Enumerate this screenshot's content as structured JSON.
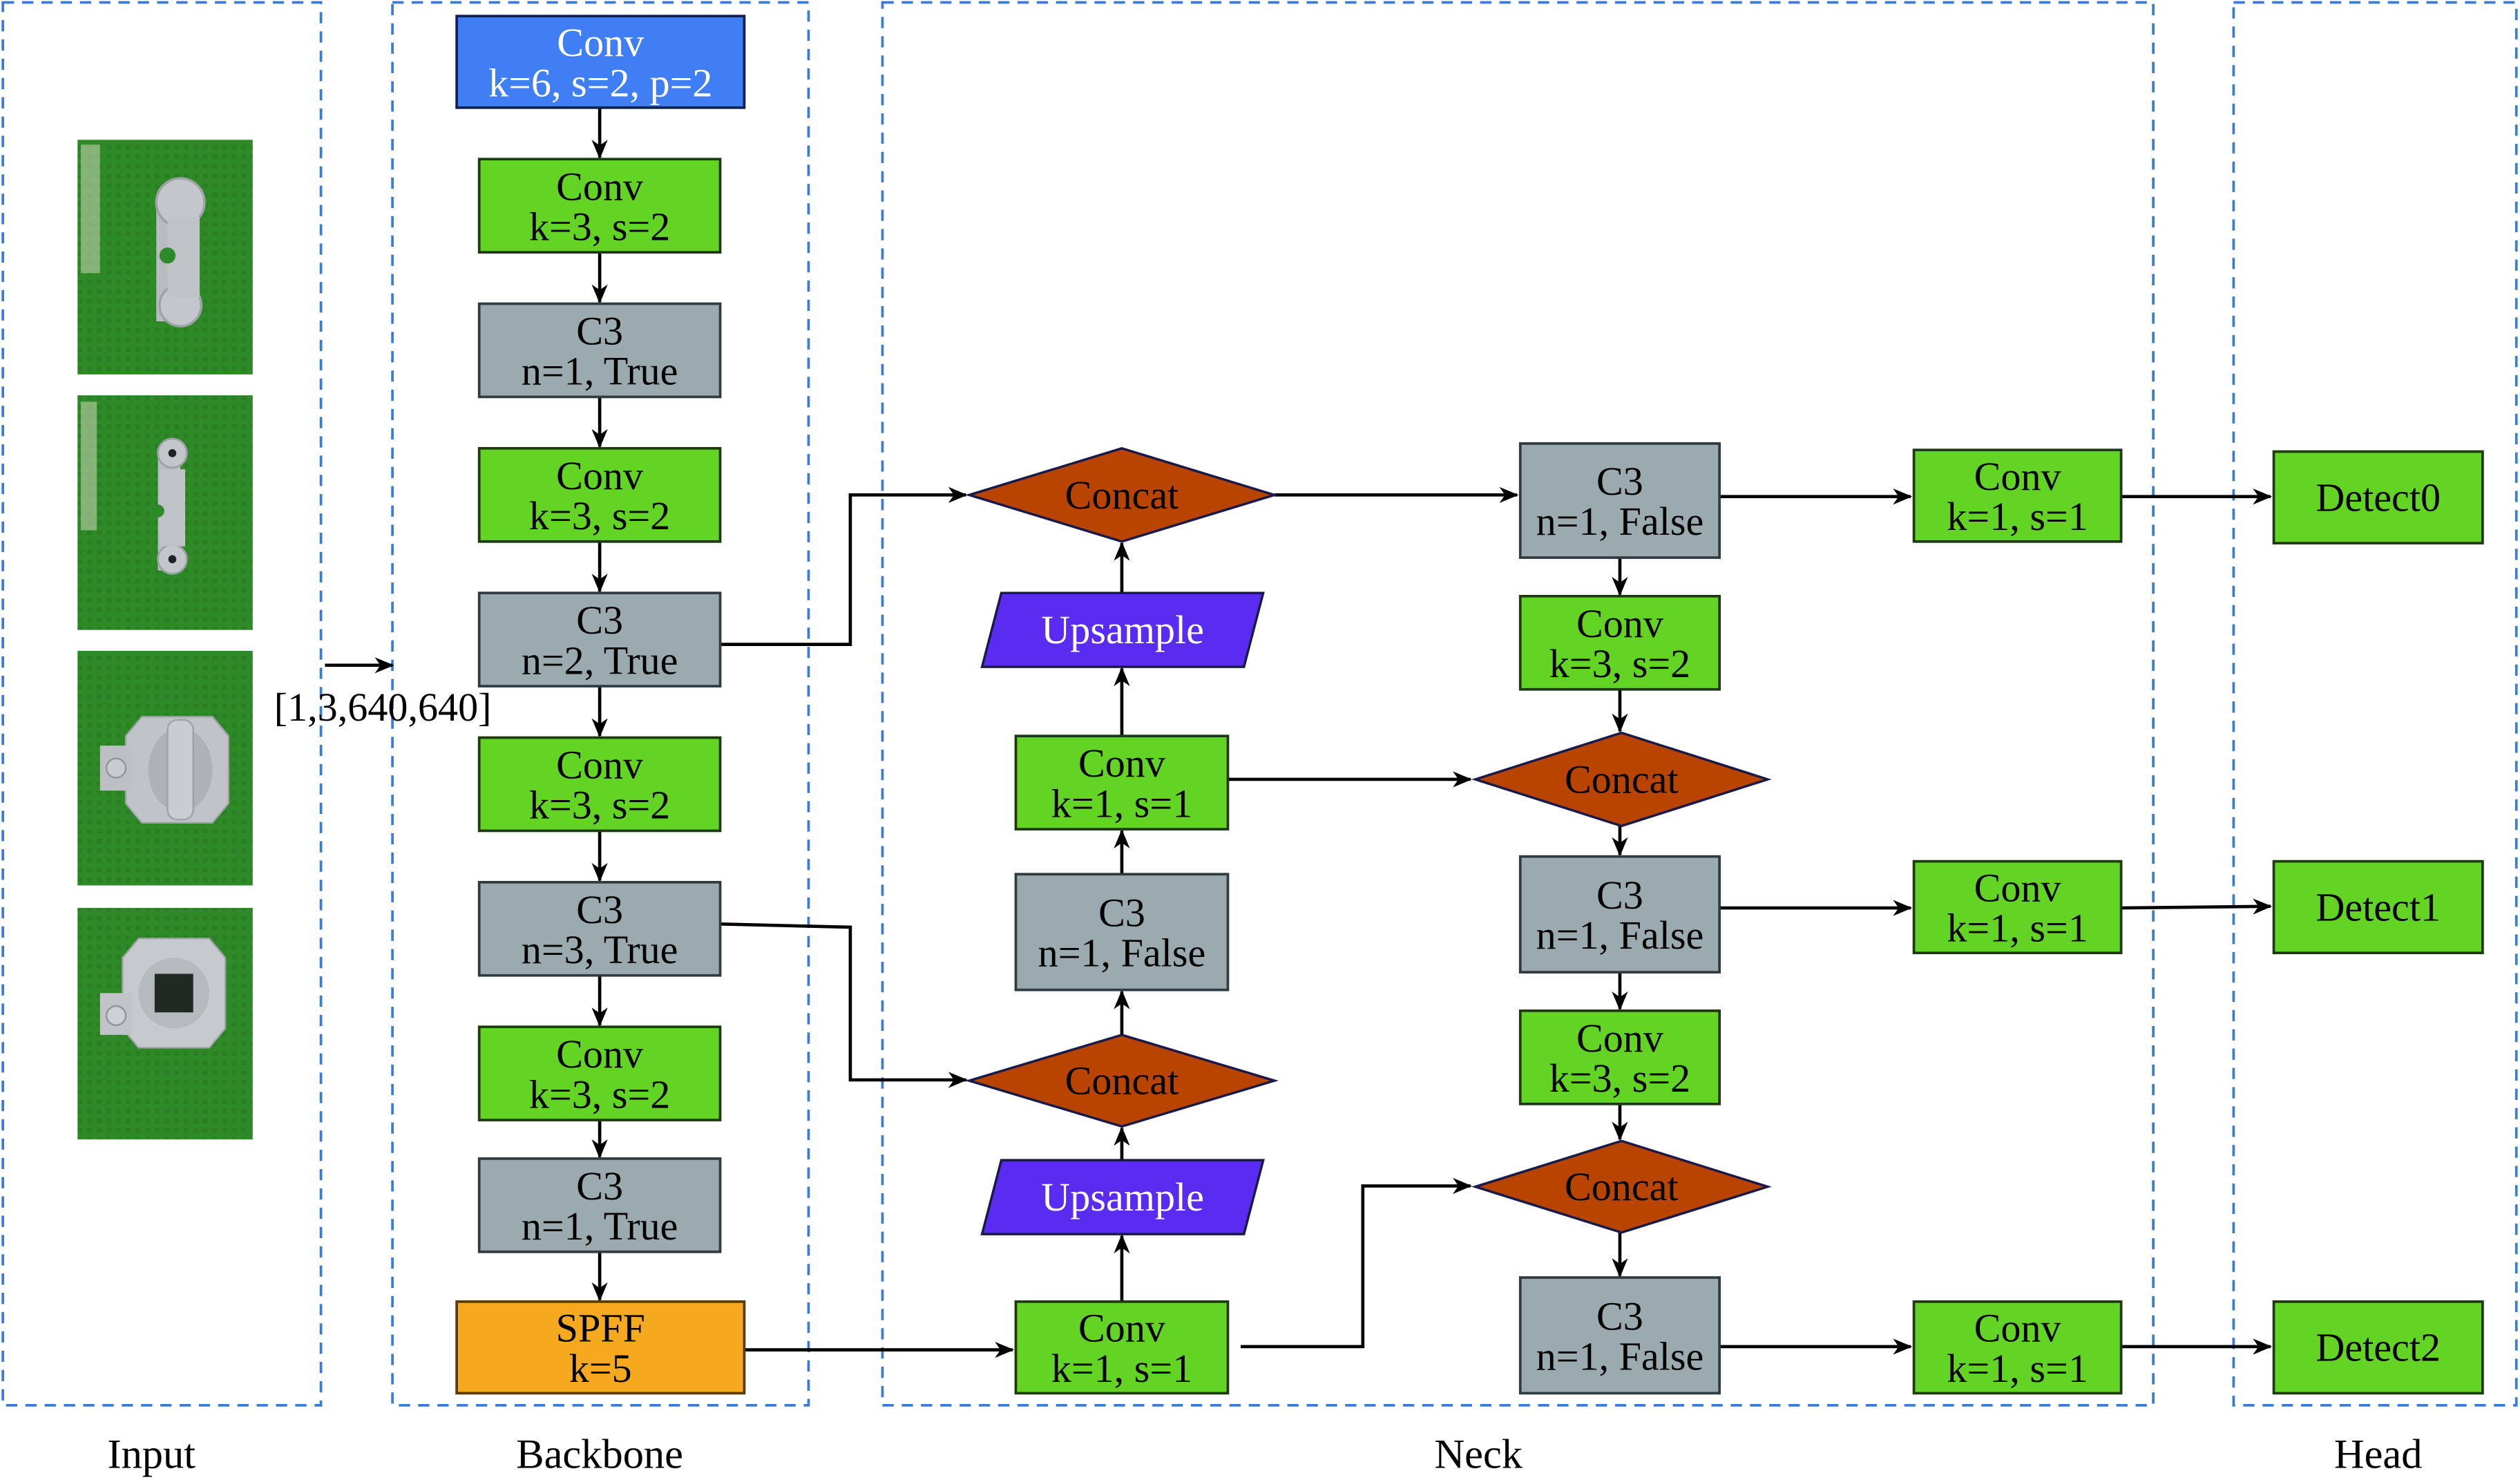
{
  "sections": [
    {
      "id": "input",
      "label": "Input"
    },
    {
      "id": "backbone",
      "label": "Backbone"
    },
    {
      "id": "neck",
      "label": "Neck"
    },
    {
      "id": "head",
      "label": "Head"
    }
  ],
  "input": {
    "shape_label": "[1,3,640,640]",
    "images": [
      {
        "name": "part-photo-1",
        "subject": "gray bracket part with two round bosses on green background"
      },
      {
        "name": "part-photo-2",
        "subject": "gray bracket part, rotated, on green background"
      },
      {
        "name": "part-photo-3",
        "subject": "gray octagonal part with ribbed center on green background"
      },
      {
        "name": "part-photo-4",
        "subject": "gray octagonal part with square hole on green background"
      }
    ]
  },
  "colors": {
    "conv_first": "#3f7ef5",
    "conv": "#63d424",
    "c3": "#9aaaae",
    "concat": "#b84400",
    "upsample": "#5a2cf2",
    "spff": "#f5a91f",
    "section_border": "#3a7bd5",
    "edge": "#000000"
  },
  "backbone": {
    "nodes": [
      {
        "id": "b0",
        "type": "conv_first",
        "title": "Conv",
        "params": "k=6, s=2, p=2"
      },
      {
        "id": "b1",
        "type": "conv",
        "title": "Conv",
        "params": "k=3, s=2"
      },
      {
        "id": "b2",
        "type": "c3",
        "title": "C3",
        "params": "n=1, True"
      },
      {
        "id": "b3",
        "type": "conv",
        "title": "Conv",
        "params": "k=3, s=2"
      },
      {
        "id": "b4",
        "type": "c3",
        "title": "C3",
        "params": "n=2, True"
      },
      {
        "id": "b5",
        "type": "conv",
        "title": "Conv",
        "params": "k=3, s=2"
      },
      {
        "id": "b6",
        "type": "c3",
        "title": "C3",
        "params": "n=3, True"
      },
      {
        "id": "b7",
        "type": "conv",
        "title": "Conv",
        "params": "k=3, s=2"
      },
      {
        "id": "b8",
        "type": "c3",
        "title": "C3",
        "params": "n=1, True"
      },
      {
        "id": "b9",
        "type": "spff",
        "title": "SPFF",
        "params": "k=5"
      }
    ]
  },
  "neck": {
    "nodes": [
      {
        "id": "n_cat1",
        "type": "concat",
        "title": "Concat"
      },
      {
        "id": "n_up1",
        "type": "upsample",
        "title": "Upsample"
      },
      {
        "id": "n_conv1",
        "type": "conv",
        "title": "Conv",
        "params": "k=1, s=1"
      },
      {
        "id": "n_c3a",
        "type": "c3",
        "title": "C3",
        "params": "n=1, False"
      },
      {
        "id": "n_cat2",
        "type": "concat",
        "title": "Concat"
      },
      {
        "id": "n_up2",
        "type": "upsample",
        "title": "Upsample"
      },
      {
        "id": "n_conv2",
        "type": "conv",
        "title": "Conv",
        "params": "k=1, s=1"
      },
      {
        "id": "n_c3b",
        "type": "c3",
        "title": "C3",
        "params": "n=1, False"
      },
      {
        "id": "n_conv3",
        "type": "conv",
        "title": "Conv",
        "params": "k=3, s=2"
      },
      {
        "id": "n_cat3",
        "type": "concat",
        "title": "Concat"
      },
      {
        "id": "n_c3c",
        "type": "c3",
        "title": "C3",
        "params": "n=1, False"
      },
      {
        "id": "n_conv4",
        "type": "conv",
        "title": "Conv",
        "params": "k=3, s=2"
      },
      {
        "id": "n_cat4",
        "type": "concat",
        "title": "Concat"
      },
      {
        "id": "n_c3d",
        "type": "c3",
        "title": "C3",
        "params": "n=1, False"
      }
    ]
  },
  "head": {
    "nodes": [
      {
        "id": "h_conv0",
        "type": "conv",
        "title": "Conv",
        "params": "k=1, s=1"
      },
      {
        "id": "h_conv1",
        "type": "conv",
        "title": "Conv",
        "params": "k=1, s=1"
      },
      {
        "id": "h_conv2",
        "type": "conv",
        "title": "Conv",
        "params": "k=1, s=1"
      },
      {
        "id": "h_det0",
        "type": "conv",
        "title": "Detect0"
      },
      {
        "id": "h_det1",
        "type": "conv",
        "title": "Detect1"
      },
      {
        "id": "h_det2",
        "type": "conv",
        "title": "Detect2"
      }
    ]
  },
  "edges": [
    [
      "input",
      "b0"
    ],
    [
      "b0",
      "b1"
    ],
    [
      "b1",
      "b2"
    ],
    [
      "b2",
      "b3"
    ],
    [
      "b3",
      "b4"
    ],
    [
      "b4",
      "b5"
    ],
    [
      "b5",
      "b6"
    ],
    [
      "b6",
      "b7"
    ],
    [
      "b7",
      "b8"
    ],
    [
      "b8",
      "b9"
    ],
    [
      "b9",
      "n_conv2"
    ],
    [
      "n_conv2",
      "n_up2"
    ],
    [
      "n_up2",
      "n_cat2"
    ],
    [
      "b6",
      "n_cat2"
    ],
    [
      "n_cat2",
      "n_c3a"
    ],
    [
      "n_c3a",
      "n_conv1"
    ],
    [
      "n_conv1",
      "n_up1"
    ],
    [
      "n_up1",
      "n_cat1"
    ],
    [
      "b4",
      "n_cat1"
    ],
    [
      "n_cat1",
      "n_c3b"
    ],
    [
      "n_c3b",
      "n_conv3"
    ],
    [
      "n_conv3",
      "n_cat3"
    ],
    [
      "n_conv1",
      "n_cat3"
    ],
    [
      "n_cat3",
      "n_c3c"
    ],
    [
      "n_c3c",
      "n_conv4"
    ],
    [
      "n_conv4",
      "n_cat4"
    ],
    [
      "n_conv2",
      "n_cat4"
    ],
    [
      "n_cat4",
      "n_c3d"
    ],
    [
      "n_c3b",
      "h_conv0"
    ],
    [
      "n_c3c",
      "h_conv1"
    ],
    [
      "n_c3d",
      "h_conv2"
    ],
    [
      "h_conv0",
      "h_det0"
    ],
    [
      "h_conv1",
      "h_det1"
    ],
    [
      "h_conv2",
      "h_det2"
    ]
  ]
}
